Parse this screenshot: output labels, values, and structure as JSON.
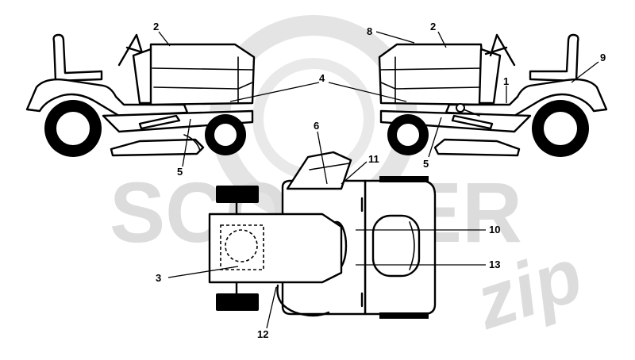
{
  "watermark": {
    "brand_main": "SCOOTER",
    "brand_script": "zip",
    "color": "#dcdcdc"
  },
  "callouts": {
    "side_left": {
      "hood": "2",
      "decal_side": "4",
      "deck": "5"
    },
    "side_right": {
      "front": "8",
      "hood": "2",
      "seat_rear": "9",
      "body": "1",
      "decal_side": "4",
      "deck": "5"
    },
    "top_view": {
      "hood_top": "6",
      "dash": "11",
      "frame": "10",
      "mid": "13",
      "front_panel": "3",
      "deck_edge": "12"
    }
  },
  "colors": {
    "line": "#000000",
    "fill": "#ffffff"
  }
}
